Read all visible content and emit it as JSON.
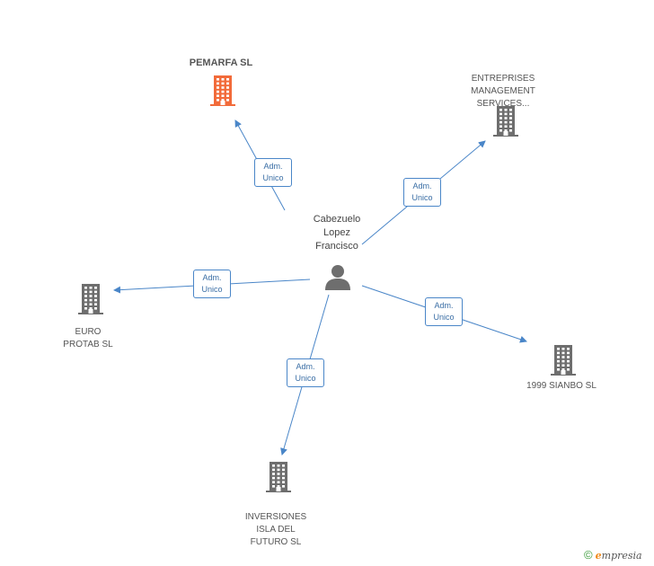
{
  "center": {
    "name_lines": [
      "Cabezuelo",
      "Lopez",
      "Francisco"
    ],
    "icon": "person-icon"
  },
  "companies": [
    {
      "id": "pemarfa",
      "lines": [
        "PEMARFA SL"
      ],
      "color": "#f26b3a",
      "highlight": true,
      "icon": "building-icon"
    },
    {
      "id": "entreprises",
      "lines": [
        "ENTREPRISES",
        "MANAGEMENT",
        "SERVICES..."
      ],
      "color": "#6e6e6e",
      "highlight": false,
      "icon": "building-icon"
    },
    {
      "id": "euro-protab",
      "lines": [
        "EURO",
        "PROTAB SL"
      ],
      "color": "#6e6e6e",
      "highlight": false,
      "icon": "building-icon"
    },
    {
      "id": "sianbo",
      "lines": [
        "1999 SIANBO SL"
      ],
      "color": "#6e6e6e",
      "highlight": false,
      "icon": "building-icon"
    },
    {
      "id": "inversiones",
      "lines": [
        "INVERSIONES",
        "ISLA DEL",
        "FUTURO SL"
      ],
      "color": "#6e6e6e",
      "highlight": false,
      "icon": "building-icon"
    }
  ],
  "relations": [
    {
      "target": "pemarfa",
      "label": [
        "Adm.",
        "Unico"
      ]
    },
    {
      "target": "entreprises",
      "label": [
        "Adm.",
        "Unico"
      ]
    },
    {
      "target": "euro-protab",
      "label": [
        "Adm.",
        "Unico"
      ]
    },
    {
      "target": "sianbo",
      "label": [
        "Adm.",
        "Unico"
      ]
    },
    {
      "target": "inversiones",
      "label": [
        "Adm.",
        "Unico"
      ]
    }
  ],
  "edge_color": "#4a86c8",
  "footer": {
    "copyright_symbol": "©",
    "brand_initial": "e",
    "brand_rest": "mpresia"
  }
}
